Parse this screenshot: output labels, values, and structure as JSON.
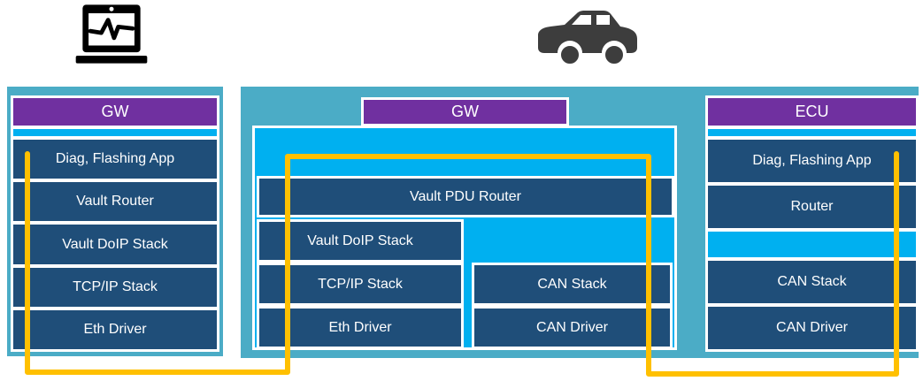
{
  "colors": {
    "teal": "#4BACC6",
    "purple": "#7030A0",
    "dark_blue": "#1F4E79",
    "cyan": "#00B0F0",
    "route_orange": "#FFC000",
    "icon_dark": "#3d3d3d"
  },
  "icons": {
    "tester": "diagnostic-laptop-icon",
    "vehicle": "car-icon"
  },
  "tester_gw": {
    "header": "GW",
    "layers": [
      "Diag, Flashing App",
      "Vault Router",
      "Vault DoIP Stack",
      "TCP/IP Stack",
      "Eth Driver"
    ]
  },
  "vehicle_gw": {
    "header": "GW",
    "pdu_router": "Vault PDU Router",
    "eth_column": [
      "Vault DoIP Stack",
      "TCP/IP Stack",
      "Eth Driver"
    ],
    "can_column": [
      "CAN Stack",
      "CAN Driver"
    ]
  },
  "vehicle_ecu": {
    "header": "ECU",
    "app_layers": [
      "Diag, Flashing App",
      "Router"
    ],
    "can_layers": [
      "CAN Stack",
      "CAN Driver"
    ]
  }
}
